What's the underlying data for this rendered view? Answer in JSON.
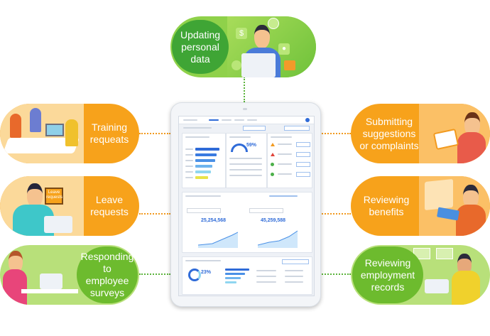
{
  "colors": {
    "orange": "#f7a21b",
    "green": "#6dbb2e",
    "green_dark": "#3fa535",
    "blue": "#2f6bd8",
    "connector_orange": "#f29a1f",
    "connector_green": "#5bb33b"
  },
  "center": {
    "label": "Updating personal data",
    "icons": [
      "dollar-icon",
      "clock-icon",
      "person-card-icon",
      "mail-icon",
      "gear-icon"
    ]
  },
  "left": [
    {
      "label": "Training requeats",
      "color": "orange"
    },
    {
      "label": "Leave requests",
      "color": "orange",
      "sign": "Leave requests"
    },
    {
      "label": "Responding to employee surveys",
      "color": "green"
    }
  ],
  "right": [
    {
      "label": "Submitting suggestions or complaints",
      "color": "orange"
    },
    {
      "label": "Reviewing benefits",
      "color": "orange"
    },
    {
      "label": "Reviewing employment records",
      "color": "green"
    }
  ],
  "tablet": {
    "gauge_value": "59%",
    "donut_value": "23%",
    "metric_1": "25,254,568",
    "metric_2": "45,259,588"
  }
}
